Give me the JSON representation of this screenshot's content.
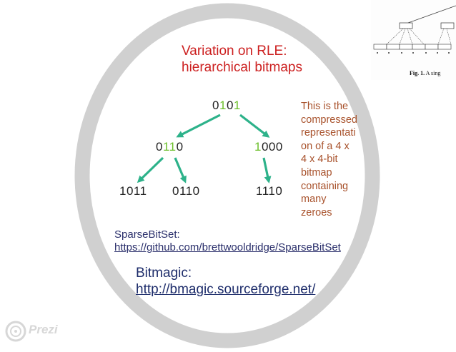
{
  "title_lines": [
    "Variation on RLE:",
    "hierarchical bitmaps"
  ],
  "tree": {
    "root": {
      "pre": "0",
      "hl": "1",
      "mid": "0",
      "hl2": "1",
      "post": ""
    },
    "left": {
      "pre": "0",
      "hl": "11",
      "post": "0"
    },
    "right": {
      "pre": "",
      "hl": "1",
      "post": "000"
    },
    "leaves": [
      "1011",
      "0110",
      "1110"
    ]
  },
  "description_lines": [
    "This is the",
    "compressed",
    "representati",
    "on of a 4 x",
    "4 x 4-bit",
    "bitmap",
    "containing",
    "many",
    "zeroes"
  ],
  "sparse": {
    "label": "SparseBitSet:",
    "link": "https://github.com/brettwooldridge/SparseBitSet"
  },
  "bitmagic": {
    "label": "Bitmagic:",
    "link": "http://bmagic.sourceforge.net/"
  },
  "figure_caption": {
    "bold": "Fig. 1.",
    "text": " A sing"
  },
  "brand": "Prezi",
  "colors": {
    "title": "#cc1f1f",
    "highlight": "#6cbf2a",
    "arrow": "#2db28a",
    "description": "#a8522c",
    "link": "#2a2f6b",
    "ring": "#cfcfcf"
  }
}
